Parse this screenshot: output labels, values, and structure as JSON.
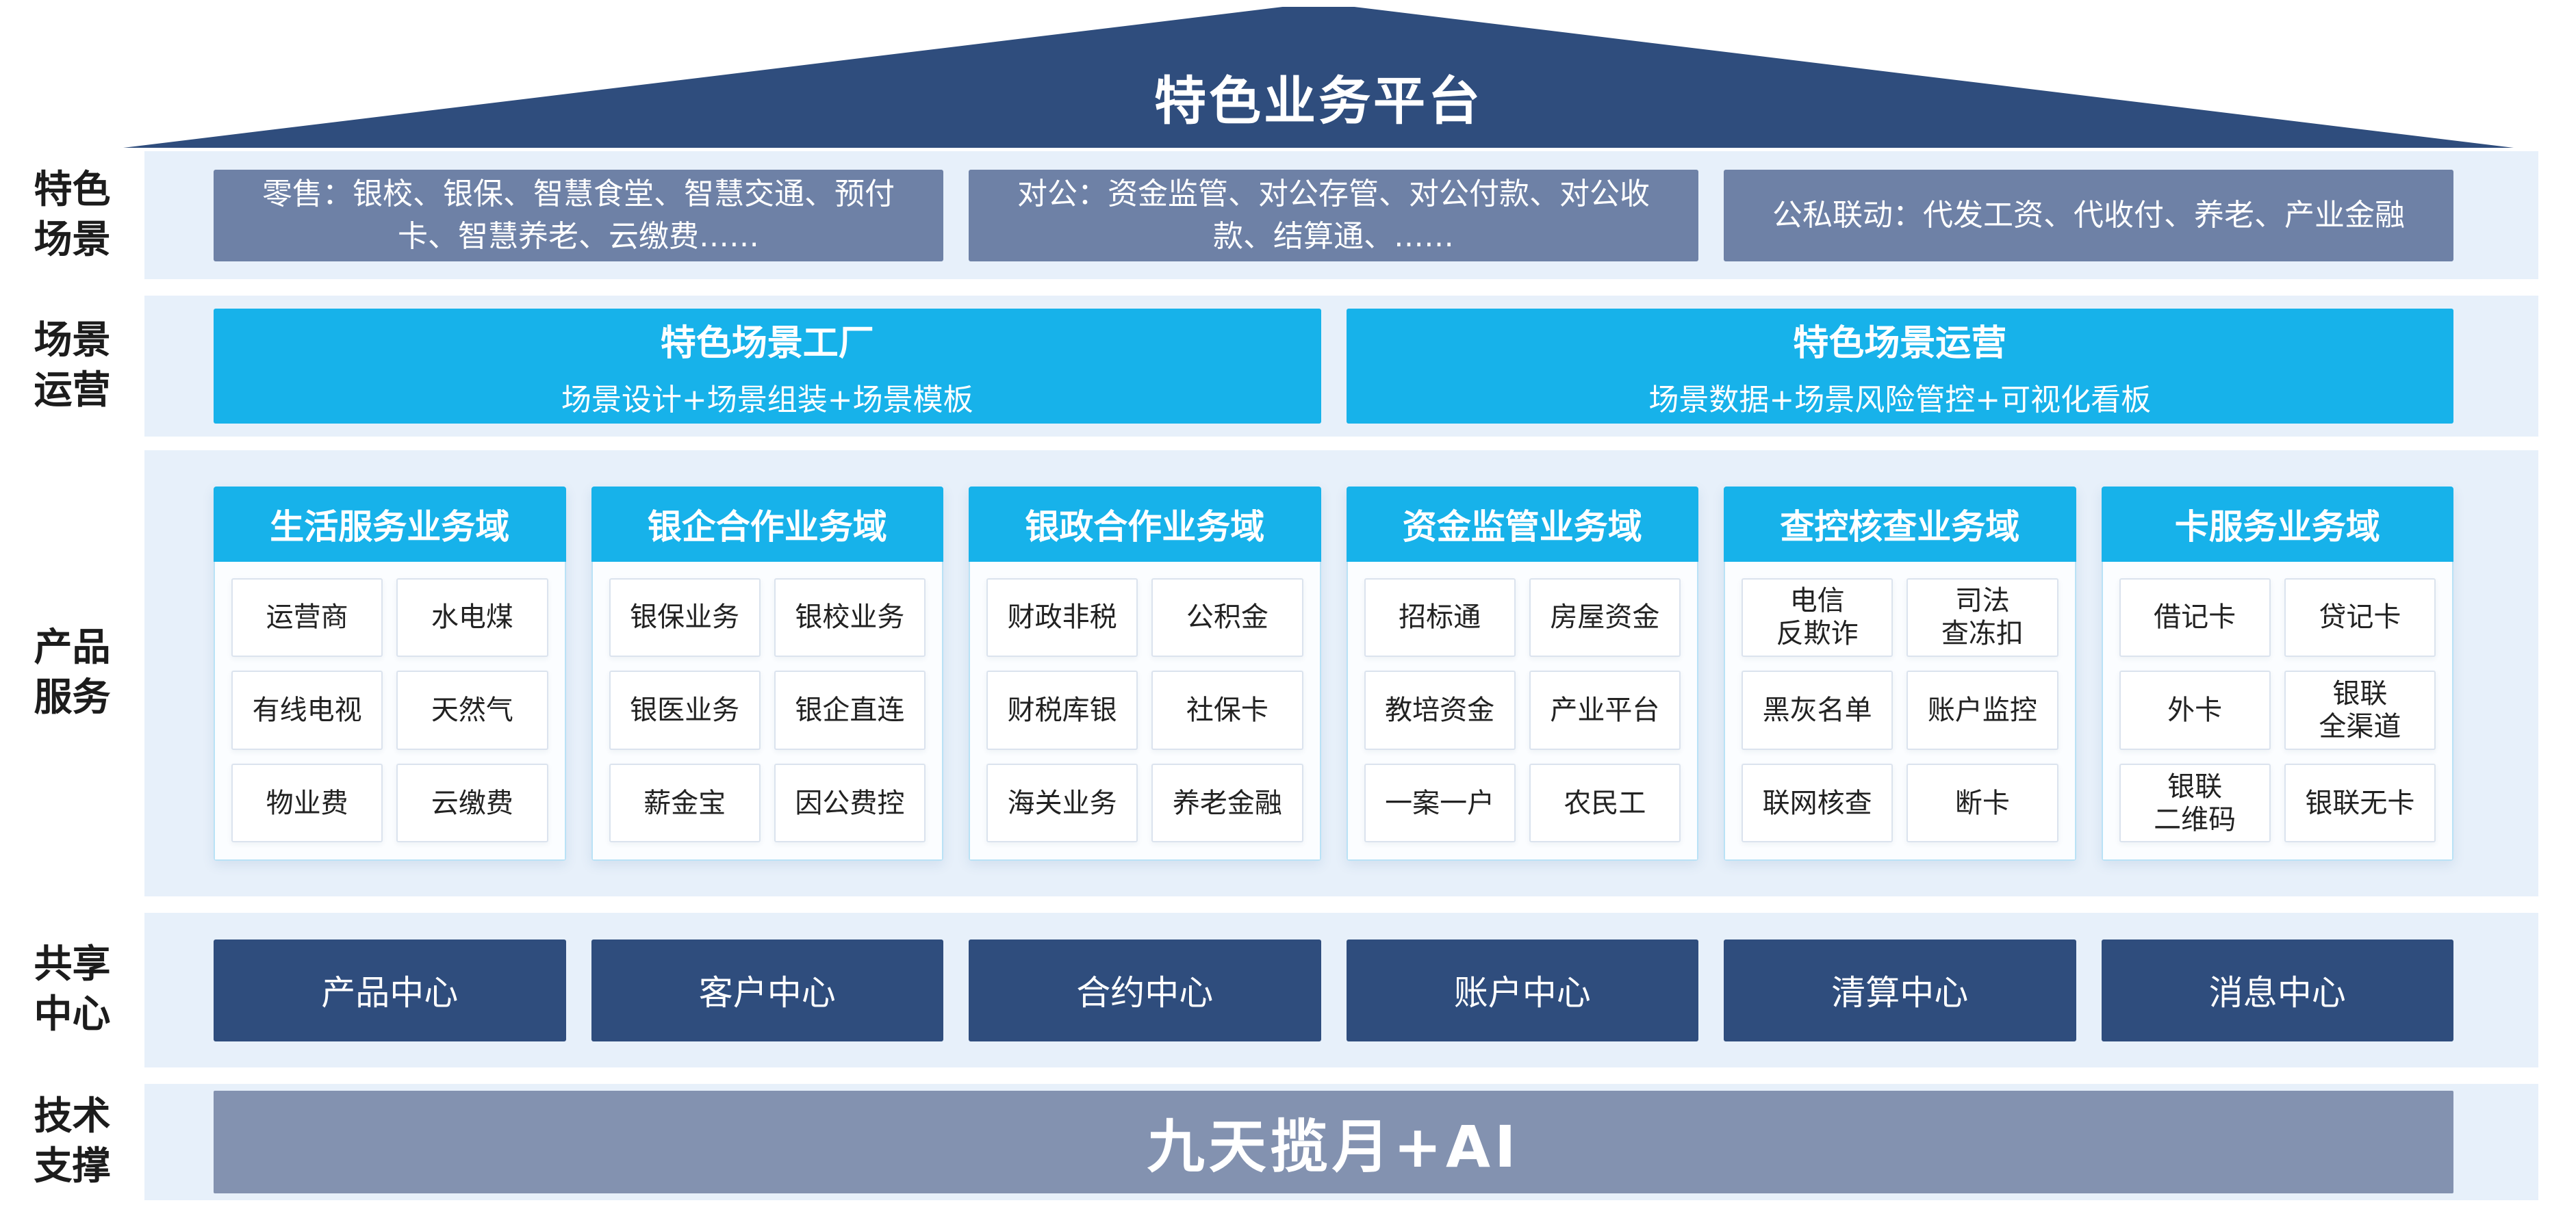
{
  "colors": {
    "roof_navy": "#2f4d7d",
    "band_bg": "#e7f0fa",
    "slate": "#6e81a6",
    "cyan": "#17b2ea",
    "navy": "#2f4d7d",
    "footer_slate": "#8392b0",
    "item_border": "#dbe3ee",
    "text_dark": "#222222"
  },
  "roof": {
    "title": "特色业务平台"
  },
  "sidebar_labels": {
    "scenarios": [
      "特色",
      "场景"
    ],
    "operations": [
      "场景",
      "运营"
    ],
    "products": [
      "产品",
      "服务"
    ],
    "shared": [
      "共享",
      "中心"
    ],
    "tech": [
      "技术",
      "支撑"
    ]
  },
  "scenarios": {
    "boxes": [
      "零售：银校、银保、智慧食堂、智慧交通、预付卡、智慧养老、云缴费……",
      "对公：资金监管、对公存管、对公付款、对公收款、结算通、……",
      "公私联动：代发工资、代收付、养老、产业金融"
    ]
  },
  "operations": {
    "boxes": [
      {
        "title": "特色场景工厂",
        "subtitle": "场景设计+场景组装+场景模板"
      },
      {
        "title": "特色场景运营",
        "subtitle": "场景数据+场景风险管控+可视化看板"
      }
    ]
  },
  "products": {
    "domains": [
      {
        "title": "生活服务业务域",
        "items": [
          "运营商",
          "水电煤",
          "有线电视",
          "天然气",
          "物业费",
          "云缴费"
        ]
      },
      {
        "title": "银企合作业务域",
        "items": [
          "银保业务",
          "银校业务",
          "银医业务",
          "银企直连",
          "薪金宝",
          "因公费控"
        ]
      },
      {
        "title": "银政合作业务域",
        "items": [
          "财政非税",
          "公积金",
          "财税库银",
          "社保卡",
          "海关业务",
          "养老金融"
        ]
      },
      {
        "title": "资金监管业务域",
        "items": [
          "招标通",
          "房屋资金",
          "教培资金",
          "产业平台",
          "一案一户",
          "农民工"
        ]
      },
      {
        "title": "查控核查业务域",
        "items": [
          "电信\n反欺诈",
          "司法\n查冻扣",
          "黑灰名单",
          "账户监控",
          "联网核查",
          "断卡"
        ]
      },
      {
        "title": "卡服务业务域",
        "items": [
          "借记卡",
          "贷记卡",
          "外卡",
          "银联\n全渠道",
          "银联\n二维码",
          "银联无卡"
        ]
      }
    ]
  },
  "shared_centers": [
    "产品中心",
    "客户中心",
    "合约中心",
    "账户中心",
    "清算中心",
    "消息中心"
  ],
  "tech_support": {
    "title": "九天揽月+AI"
  }
}
